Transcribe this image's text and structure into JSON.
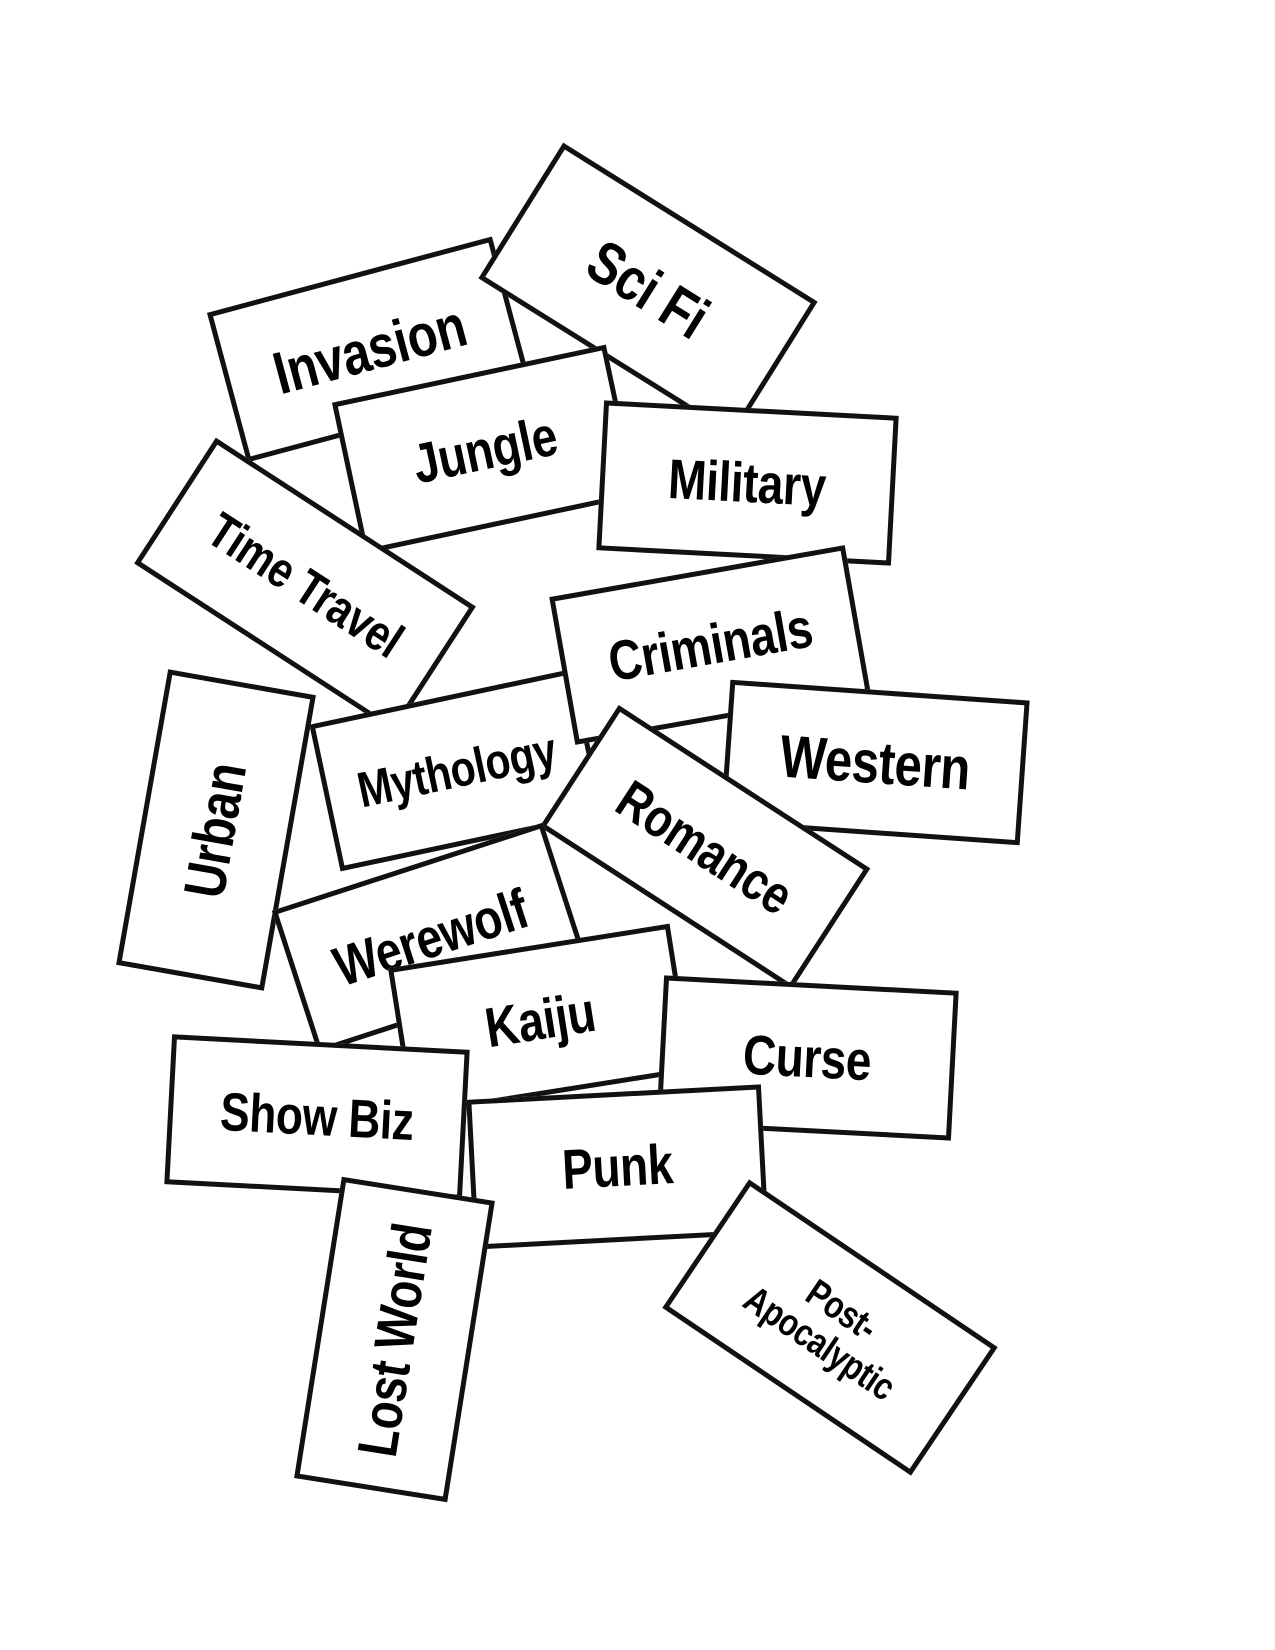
{
  "theme": {
    "card_border": "#111111",
    "card_fill": "#ffffff",
    "text": "#000000"
  },
  "cards": [
    {
      "key": "invasion",
      "label": "Invasion"
    },
    {
      "key": "sci-fi",
      "label": "Sci Fi"
    },
    {
      "key": "jungle",
      "label": "Jungle"
    },
    {
      "key": "military",
      "label": "Military"
    },
    {
      "key": "time-travel",
      "label": "Time Travel"
    },
    {
      "key": "criminals",
      "label": "Criminals"
    },
    {
      "key": "mythology",
      "label": "Mythology"
    },
    {
      "key": "urban",
      "label": "Urban"
    },
    {
      "key": "western",
      "label": "Western"
    },
    {
      "key": "romance",
      "label": "Romance"
    },
    {
      "key": "werewolf",
      "label": "Werewolf"
    },
    {
      "key": "kaiju",
      "label": "Kaiju"
    },
    {
      "key": "curse",
      "label": "Curse"
    },
    {
      "key": "show-biz",
      "label": "Show Biz"
    },
    {
      "key": "punk",
      "label": "Punk"
    },
    {
      "key": "lost-world",
      "label": "Lost World"
    },
    {
      "key": "post-apocalyptic",
      "label": "Post- Apocalyptic"
    }
  ]
}
